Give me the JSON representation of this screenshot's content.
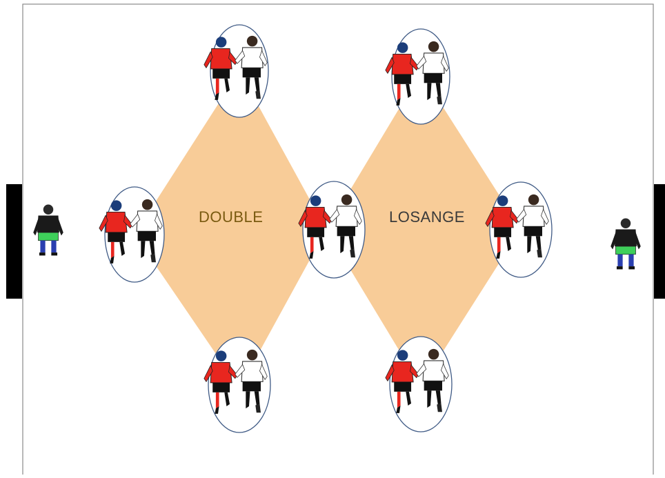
{
  "diagram": {
    "labels": {
      "left": "DOUBLE",
      "right": "LOSANGE"
    },
    "colors": {
      "diamond_fill": "#f8cc98",
      "double_text": "#7a5a10",
      "losange_text": "#3a3a3a",
      "ellipse_stroke": "#3f5a85",
      "team_a_shirt": "#e8261f",
      "team_a_head": "#1b3d7a",
      "team_b_shirt": "#ffffff",
      "shorts": "#111111",
      "goalkeeper_shirt": "#1a1a1a",
      "goalkeeper_shorts": "#3ecf5a",
      "goalkeeper_socks": "#2a3fb0",
      "goal_bar": "#000000",
      "border": "#888888"
    },
    "pairs": [
      {
        "id": "left-top"
      },
      {
        "id": "left-left"
      },
      {
        "id": "center"
      },
      {
        "id": "left-bottom"
      },
      {
        "id": "right-top"
      },
      {
        "id": "right-right"
      },
      {
        "id": "right-bottom"
      }
    ],
    "goalkeepers": [
      {
        "id": "left"
      },
      {
        "id": "right"
      }
    ]
  }
}
